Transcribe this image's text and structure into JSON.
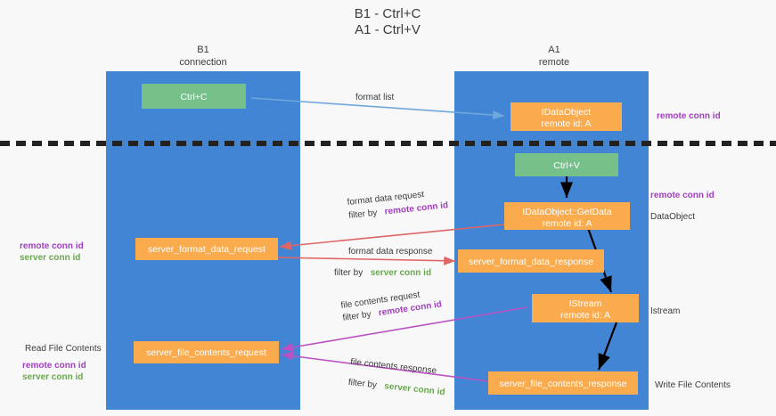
{
  "title": {
    "line1": "B1 - Ctrl+C",
    "line2": "A1 - Ctrl+V"
  },
  "colors": {
    "lane": "#4285d4",
    "green_box": "#76c08a",
    "orange_box": "#f9ab4e",
    "purple_text": "#a23fc0",
    "green_text": "#6aa84f",
    "blue_arrow": "#6fa8dc",
    "red_arrow": "#e06666",
    "magenta_arrow": "#bb52c4",
    "black_arrow": "#000000",
    "divider": "#222222",
    "background": "#f8f8f8"
  },
  "columns": [
    {
      "id": "b1",
      "name": "B1",
      "role": "connection"
    },
    {
      "id": "a1",
      "name": "A1",
      "role": "remote"
    }
  ],
  "boxes": [
    {
      "id": "ctrl-c",
      "lines": [
        "Ctrl+C"
      ],
      "kind": "green"
    },
    {
      "id": "idataobject",
      "lines": [
        "IDataObject",
        "remote id: A"
      ],
      "kind": "orange"
    },
    {
      "id": "ctrl-v",
      "lines": [
        "Ctrl+V"
      ],
      "kind": "green"
    },
    {
      "id": "getdata",
      "lines": [
        "IDataObject::GetData",
        "remote id: A"
      ],
      "kind": "orange"
    },
    {
      "id": "server-format-data-request",
      "lines": [
        "server_format_data_request"
      ],
      "kind": "orange"
    },
    {
      "id": "server-format-data-response",
      "lines": [
        "server_format_data_response"
      ],
      "kind": "orange"
    },
    {
      "id": "istream",
      "lines": [
        "IStream",
        "remote id: A"
      ],
      "kind": "orange"
    },
    {
      "id": "server-file-contents-request",
      "lines": [
        "server_file_contents_request"
      ],
      "kind": "orange"
    },
    {
      "id": "server-file-contents-response",
      "lines": [
        "server_file_contents_response"
      ],
      "kind": "orange"
    }
  ],
  "edge_labels": {
    "format_list": "format list",
    "format_data_request": "format data request",
    "format_data_response": "format data response",
    "file_contents_request": "file contents request",
    "file_contents_response": "file contents response",
    "filter_by": "filter by",
    "remote_conn_id": "remote conn id",
    "server_conn_id": "server conn id"
  },
  "right_labels": [
    {
      "id": "remote-conn-id-top",
      "text": "remote conn id",
      "style": "purple"
    },
    {
      "id": "remote-conn-id-mid",
      "text": "remote conn id",
      "style": "purple"
    },
    {
      "id": "dataobject",
      "text": "DataObject",
      "style": "plain"
    },
    {
      "id": "istream-label",
      "text": "Istream",
      "style": "plain"
    },
    {
      "id": "write-file-contents",
      "text": "Write File Contents",
      "style": "plain"
    }
  ],
  "left_labels": [
    {
      "id": "remote-conn-id-left-a",
      "text": "remote conn id",
      "style": "purple"
    },
    {
      "id": "server-conn-id-left-a",
      "text": "server conn id",
      "style": "green"
    },
    {
      "id": "read-file-contents",
      "text": "Read File Contents",
      "style": "plain"
    },
    {
      "id": "remote-conn-id-left-b",
      "text": "remote conn id",
      "style": "purple"
    },
    {
      "id": "server-conn-id-left-b",
      "text": "server conn id",
      "style": "green"
    }
  ]
}
